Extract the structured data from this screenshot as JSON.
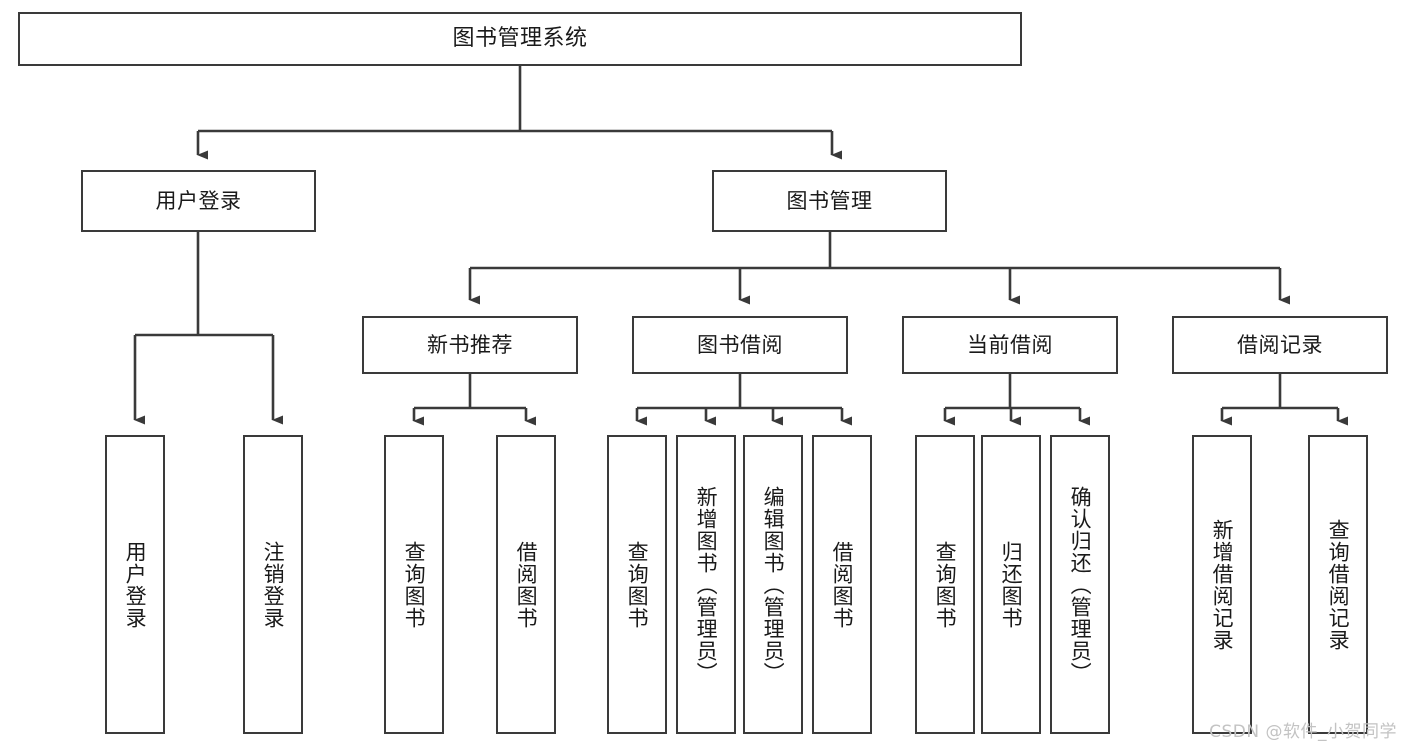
{
  "diagram": {
    "type": "tree-hierarchy",
    "title": "图书管理系统",
    "watermark": "CSDN @软件_小贺同学",
    "colors": {
      "node_border": "#3a3a3a",
      "node_fill": "#ffffff",
      "edge": "#3a3a3a",
      "text": "#1a1a1a",
      "watermark": "#c3c3c3",
      "background": "#ffffff"
    },
    "nodes": {
      "root": {
        "label": "图书管理系统"
      },
      "level2": [
        {
          "id": "user-login",
          "label": "用户登录"
        },
        {
          "id": "book-manage",
          "label": "图书管理"
        }
      ],
      "level3": [
        {
          "id": "new-book-recommend",
          "label": "新书推荐"
        },
        {
          "id": "book-borrow",
          "label": "图书借阅"
        },
        {
          "id": "current-borrow",
          "label": "当前借阅"
        },
        {
          "id": "borrow-record",
          "label": "借阅记录"
        }
      ],
      "leaves": {
        "user_login": [
          {
            "id": "leaf-user-login",
            "label": "用户登录"
          },
          {
            "id": "leaf-logout-login",
            "label": "注销登录"
          }
        ],
        "new_book_recommend": [
          {
            "id": "leaf-query-book-1",
            "label": "查询图书"
          },
          {
            "id": "leaf-borrow-book-1",
            "label": "借阅图书"
          }
        ],
        "book_borrow": [
          {
            "id": "leaf-query-book-2",
            "label": "查询图书"
          },
          {
            "id": "leaf-add-book",
            "label": "新增图书（管理员）"
          },
          {
            "id": "leaf-edit-book",
            "label": "编辑图书（管理员）"
          },
          {
            "id": "leaf-borrow-book-2",
            "label": "借阅图书"
          }
        ],
        "current_borrow": [
          {
            "id": "leaf-query-book-3",
            "label": "查询图书"
          },
          {
            "id": "leaf-return-book",
            "label": "归还图书"
          },
          {
            "id": "leaf-confirm-return",
            "label": "确认归还（管理员）"
          }
        ],
        "borrow_record": [
          {
            "id": "leaf-add-record",
            "label": "新增借阅记录"
          },
          {
            "id": "leaf-query-record",
            "label": "查询借阅记录"
          }
        ]
      }
    }
  }
}
